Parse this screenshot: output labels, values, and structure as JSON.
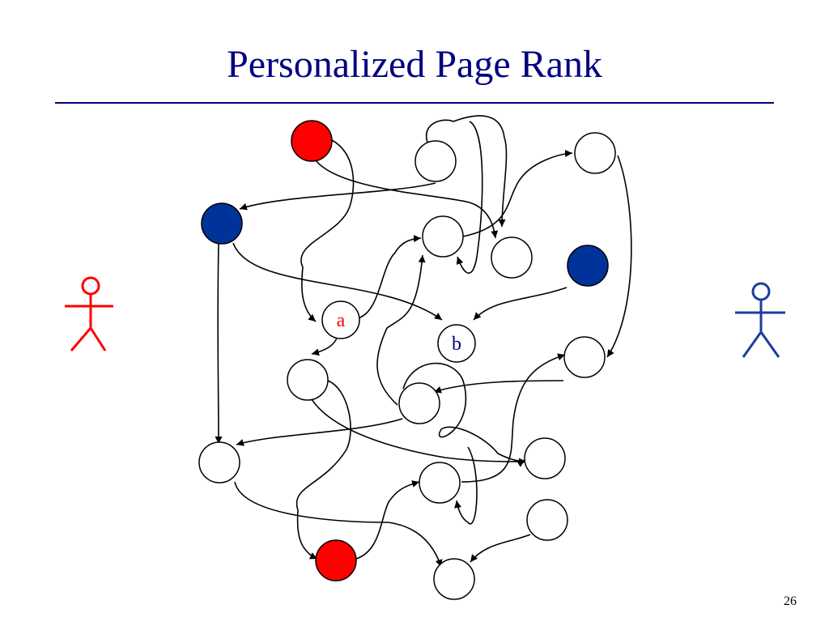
{
  "title": "Personalized Page Rank",
  "page_number": "26",
  "colors": {
    "title": "#000080",
    "rule": "#000080",
    "red_node": "#ff0000",
    "blue_node": "#003399",
    "white_node": "#ffffff",
    "outline": "#000000",
    "red_person": "#ff0000",
    "blue_person": "#1a3e9e"
  },
  "nodes": [
    {
      "id": "r1",
      "fill": "red"
    },
    {
      "id": "n1",
      "fill": "white"
    },
    {
      "id": "n2",
      "fill": "white"
    },
    {
      "id": "B1",
      "fill": "blue"
    },
    {
      "id": "n3",
      "fill": "white"
    },
    {
      "id": "n4",
      "fill": "white"
    },
    {
      "id": "B2",
      "fill": "blue"
    },
    {
      "id": "a",
      "fill": "white",
      "label": "a",
      "label_color": "#ff0000"
    },
    {
      "id": "b",
      "fill": "white",
      "label": "b",
      "label_color": "#000080"
    },
    {
      "id": "n5",
      "fill": "white"
    },
    {
      "id": "n6",
      "fill": "white"
    },
    {
      "id": "n7",
      "fill": "white"
    },
    {
      "id": "n8",
      "fill": "white"
    },
    {
      "id": "n9",
      "fill": "white"
    },
    {
      "id": "n10",
      "fill": "white"
    },
    {
      "id": "n11",
      "fill": "white"
    },
    {
      "id": "r2",
      "fill": "red"
    },
    {
      "id": "n12",
      "fill": "white"
    }
  ],
  "people": [
    {
      "id": "person-red",
      "color": "red"
    },
    {
      "id": "person-blue",
      "color": "blue"
    }
  ]
}
